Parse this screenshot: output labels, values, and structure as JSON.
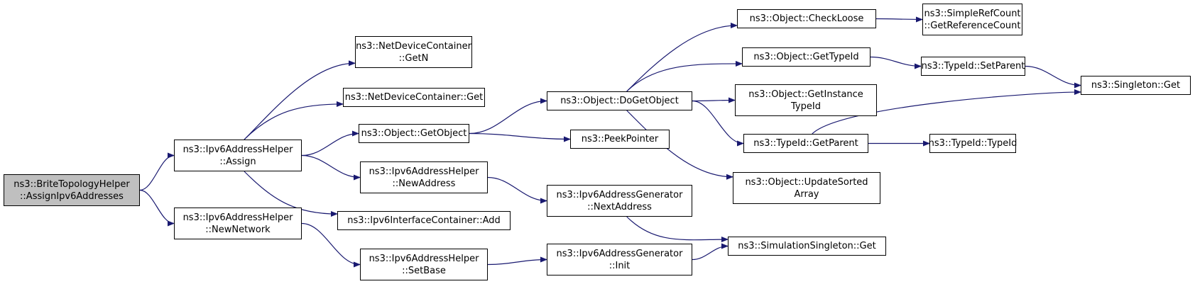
{
  "colors": {
    "edge": "#191970",
    "current_fill": "#bfbfbf",
    "node_fill": "#ffffff",
    "border": "#000000"
  },
  "nodes": {
    "root": {
      "l1": "ns3::BriteTopologyHelper",
      "l2": "::AssignIpv6Addresses"
    },
    "assign": {
      "l1": "ns3::Ipv6AddressHelper",
      "l2": "::Assign"
    },
    "newnet": {
      "l1": "ns3::Ipv6AddressHelper",
      "l2": "::NewNetwork"
    },
    "getn": {
      "l1": "ns3::NetDeviceContainer",
      "l2": "::GetN"
    },
    "ndcget": {
      "l1": "ns3::NetDeviceContainer::Get"
    },
    "getobj": {
      "l1": "ns3::Object::GetObject"
    },
    "newaddr": {
      "l1": "ns3::Ipv6AddressHelper",
      "l2": "::NewAddress"
    },
    "icadd": {
      "l1": "ns3::Ipv6InterfaceContainer::Add"
    },
    "setbase": {
      "l1": "ns3::Ipv6AddressHelper",
      "l2": "::SetBase"
    },
    "dogetobj": {
      "l1": "ns3::Object::DoGetObject"
    },
    "peek": {
      "l1": "ns3::PeekPointer"
    },
    "nextaddr": {
      "l1": "ns3::Ipv6AddressGenerator",
      "l2": "::NextAddress"
    },
    "init": {
      "l1": "ns3::Ipv6AddressGenerator",
      "l2": "::Init"
    },
    "checkloose": {
      "l1": "ns3::Object::CheckLoose"
    },
    "gettypeid": {
      "l1": "ns3::Object::GetTypeId"
    },
    "getinst": {
      "l1": "ns3::Object::GetInstance",
      "l2": "TypeId"
    },
    "getparent": {
      "l1": "ns3::TypeId::GetParent"
    },
    "updsorted": {
      "l1": "ns3::Object::UpdateSorted",
      "l2": "Array"
    },
    "simsingle": {
      "l1": "ns3::SimulationSingleton::Get"
    },
    "refcount": {
      "l1": "ns3::SimpleRefCount",
      "l2": "::GetReferenceCount"
    },
    "setparent": {
      "l1": "ns3::TypeId::SetParent"
    },
    "typeid": {
      "l1": "ns3::TypeId::TypeId"
    },
    "singleton": {
      "l1": "ns3::Singleton::Get"
    }
  },
  "edges": [
    [
      "root",
      "assign"
    ],
    [
      "root",
      "newnet"
    ],
    [
      "assign",
      "getn"
    ],
    [
      "assign",
      "ndcget"
    ],
    [
      "assign",
      "getobj"
    ],
    [
      "assign",
      "newaddr"
    ],
    [
      "assign",
      "icadd"
    ],
    [
      "newnet",
      "setbase"
    ],
    [
      "getobj",
      "dogetobj"
    ],
    [
      "getobj",
      "peek"
    ],
    [
      "newaddr",
      "nextaddr"
    ],
    [
      "setbase",
      "init"
    ],
    [
      "dogetobj",
      "checkloose"
    ],
    [
      "dogetobj",
      "gettypeid"
    ],
    [
      "dogetobj",
      "getinst"
    ],
    [
      "dogetobj",
      "getparent"
    ],
    [
      "dogetobj",
      "updsorted"
    ],
    [
      "nextaddr",
      "simsingle"
    ],
    [
      "init",
      "simsingle"
    ],
    [
      "checkloose",
      "refcount"
    ],
    [
      "gettypeid",
      "setparent"
    ],
    [
      "getparent",
      "singleton"
    ],
    [
      "getparent",
      "typeid"
    ],
    [
      "setparent",
      "singleton"
    ]
  ]
}
